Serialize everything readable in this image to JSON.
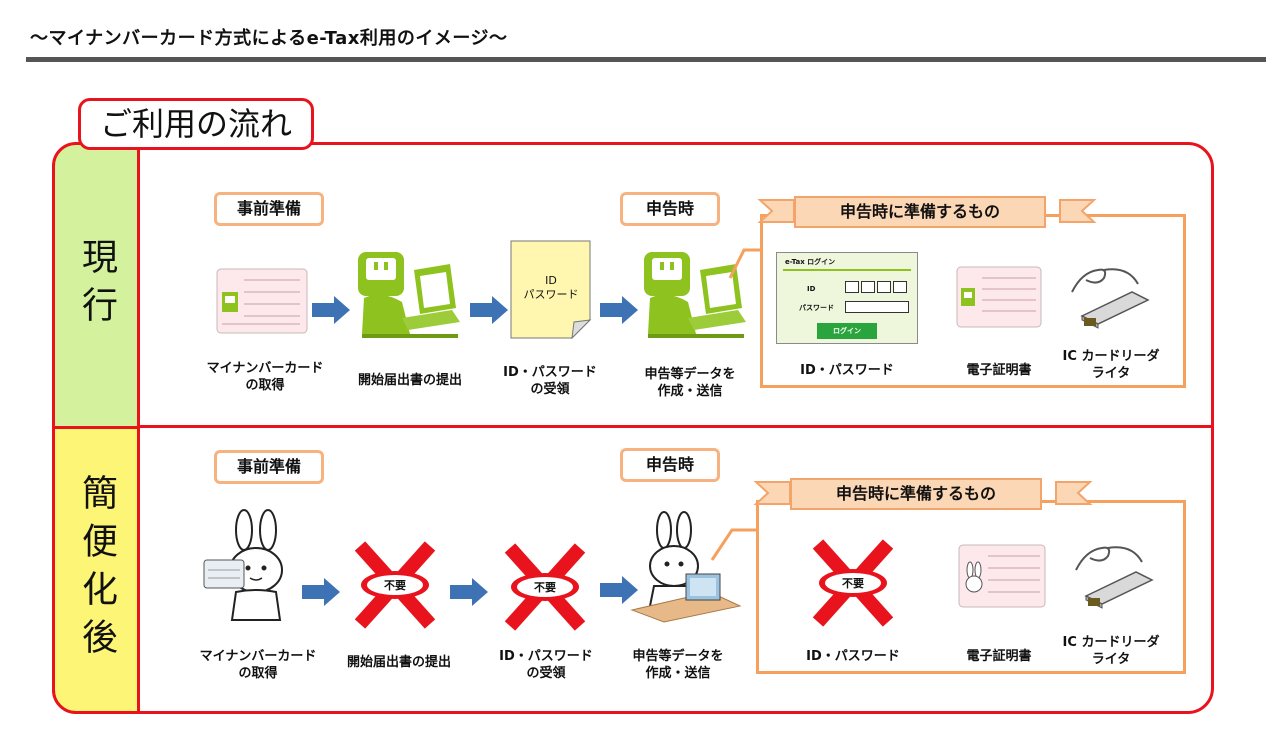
{
  "title": "～マイナンバーカード方式によるe-Tax利用のイメージ～",
  "flow_title": "ご利用の流れ",
  "rows": {
    "current": {
      "label": "現行",
      "prep_tag": "事前準備",
      "filing_tag": "申告時",
      "steps": [
        {
          "caption_1": "マイナンバーカード",
          "caption_2": "の取得"
        },
        {
          "caption_1": "開始届出書の提出"
        },
        {
          "caption_1": "ID・パスワード",
          "caption_2": "の受領",
          "doc_text_1": "ID",
          "doc_text_2": "パスワード"
        },
        {
          "caption_1": "申告等データを",
          "caption_2": "作成・送信"
        }
      ],
      "prep_box": {
        "ribbon": "申告時に準備するもの",
        "items": [
          {
            "caption": "ID・パスワード"
          },
          {
            "caption": "電子証明書"
          },
          {
            "caption_1": "IC カードリーダ",
            "caption_2": "ライタ"
          }
        ],
        "login_screen": {
          "header": "e-Tax ログイン",
          "id_label": "ID",
          "pw_label": "パスワード",
          "button": "ログイン"
        }
      }
    },
    "after": {
      "label": "簡便化後",
      "prep_tag": "事前準備",
      "filing_tag": "申告時",
      "not_needed": "不要",
      "steps": [
        {
          "caption_1": "マイナンバーカード",
          "caption_2": "の取得"
        },
        {
          "caption_1": "開始届出書の提出"
        },
        {
          "caption_1": "ID・パスワード",
          "caption_2": "の受領"
        },
        {
          "caption_1": "申告等データを",
          "caption_2": "作成・送信"
        }
      ],
      "prep_box": {
        "ribbon": "申告時に準備するもの",
        "items": [
          {
            "caption": "ID・パスワード"
          },
          {
            "caption": "電子証明書"
          },
          {
            "caption_1": "IC カードリーダ",
            "caption_2": "ライタ"
          }
        ]
      }
    }
  },
  "colors": {
    "frame_red": "#e8131c",
    "current_bg": "#d4f29d",
    "after_bg": "#fdf576",
    "tag_border": "#f6b27f",
    "arrow_blue": "#3d73b5",
    "mascot_green": "#8ec21f"
  }
}
